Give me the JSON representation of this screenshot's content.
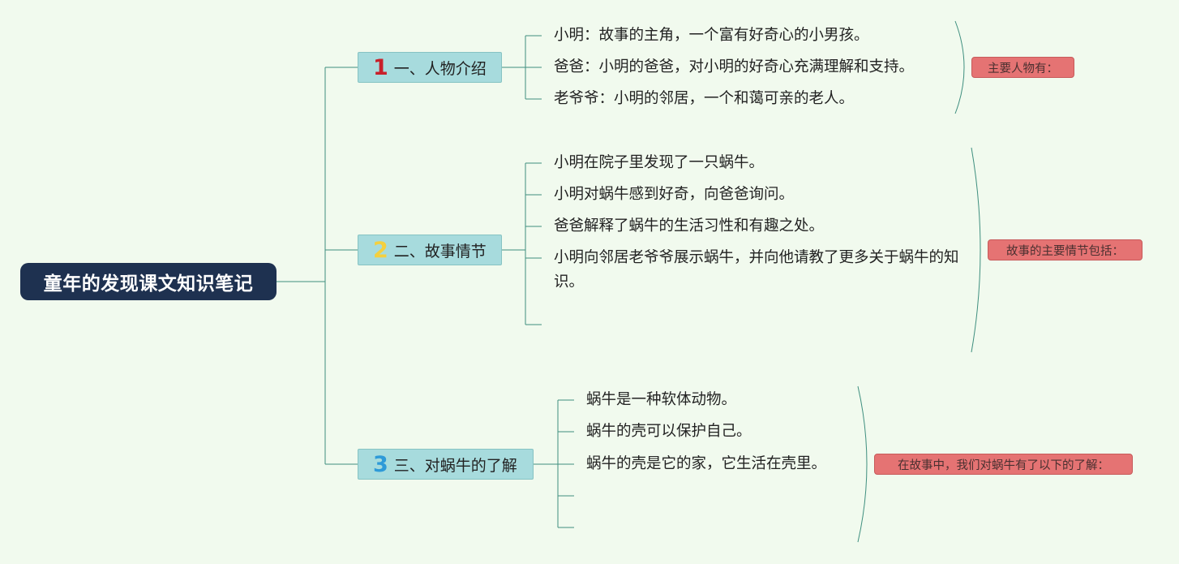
{
  "root": {
    "title": "童年的发现课文知识笔记"
  },
  "branches": [
    {
      "number": "1",
      "label": "一、人物介绍",
      "number_color": "#c8202a",
      "items": [
        "小明：故事的主角，一个富有好奇心的小男孩。",
        "爸爸：小明的爸爸，对小明的好奇心充满理解和支持。",
        "老爷爷：小明的邻居，一个和蔼可亲的老人。"
      ],
      "summary": "主要人物有："
    },
    {
      "number": "2",
      "label": "二、故事情节",
      "number_color": "#f4d03f",
      "items": [
        "小明在院子里发现了一只蜗牛。",
        "小明对蜗牛感到好奇，向爸爸询问。",
        "爸爸解释了蜗牛的生活习性和有趣之处。",
        "小明向邻居老爷爷展示蜗牛，并向他请教了更多关于蜗牛的知识。"
      ],
      "summary": "故事的主要情节包括："
    },
    {
      "number": "3",
      "label": "三、对蜗牛的了解",
      "number_color": "#2e9ad8",
      "items": [
        "蜗牛是一种软体动物。",
        "蜗牛的壳可以保护自己。",
        "蜗牛的壳是它的家，它生活在壳里。"
      ],
      "summary": "在故事中，我们对蜗牛有了以下的了解："
    }
  ],
  "colors": {
    "background": "#f1faee",
    "root_fill": "#1e3150",
    "branch_fill": "#a7dbdd",
    "connector": "#3f8f7f",
    "summary_fill": "#e57373"
  }
}
